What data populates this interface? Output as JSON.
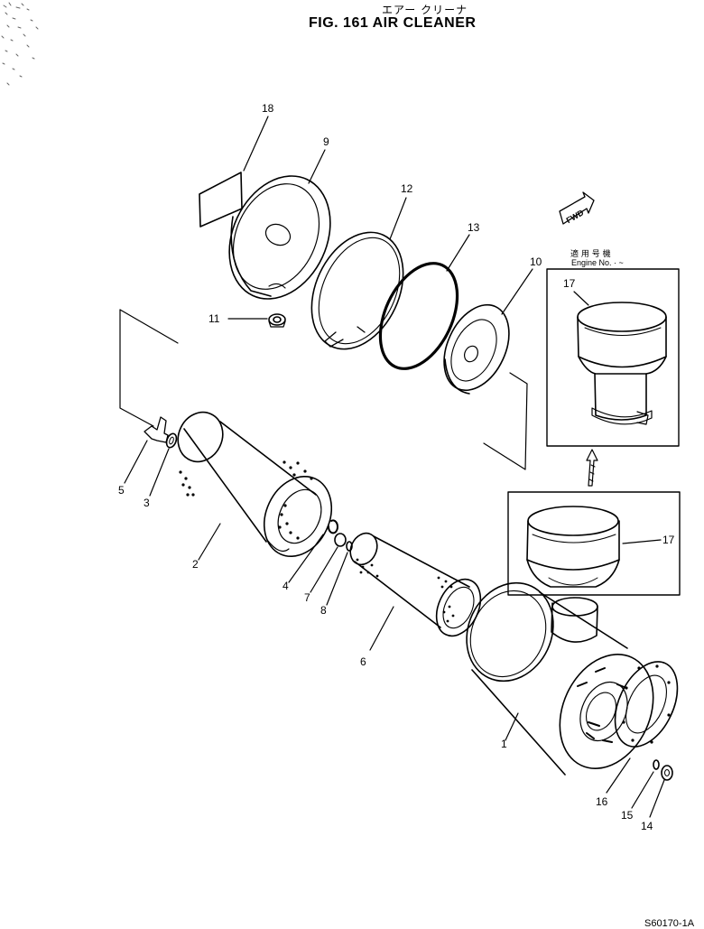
{
  "title_jp": "エアー クリーナ",
  "title": "FIG. 161  AIR CLEANER",
  "engine_jp": "適 用 号 機",
  "engine_no": "Engine No. · ~",
  "fwd_label": "FWD",
  "drawing_no": "S60170-1A",
  "callouts": {
    "c1": "1",
    "c2": "2",
    "c3": "3",
    "c4": "4",
    "c5": "5",
    "c6": "6",
    "c7": "7",
    "c8": "8",
    "c9": "9",
    "c10": "10",
    "c11": "11",
    "c12": "12",
    "c13": "13",
    "c14": "14",
    "c15": "15",
    "c16": "16",
    "c17a": "17",
    "c17b": "17",
    "c18": "18"
  }
}
